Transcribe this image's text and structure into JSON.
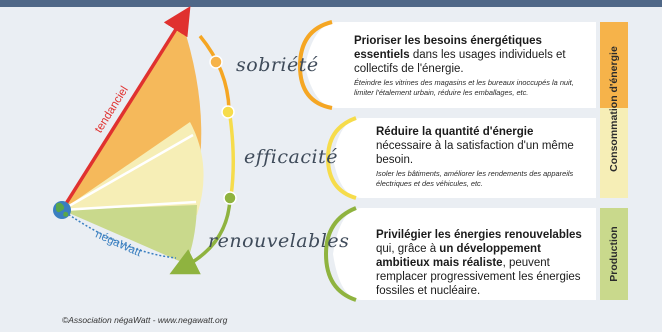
{
  "arrows": {
    "up": "tendanciel",
    "down": "négaWatt"
  },
  "stages": [
    {
      "name": "sobriété"
    },
    {
      "name": "efficacité"
    },
    {
      "name": "renouvelables"
    }
  ],
  "cards": {
    "sobriete": {
      "bold": "Prioriser les besoins énergétiques essentiels",
      "text": " dans les usages individuels et collectifs de l'énergie.",
      "example": "Éteindre les vitrines des magasins et les bureaux inoccupés la nuit, limiter l'étalement urbain, réduire les emballages, etc."
    },
    "efficacite": {
      "bold": "Réduire la quantité d'énergie",
      "text": "nécessaire à la satisfaction d'un même besoin.",
      "example": "Isoler les bâtiments, améliorer les rendements des appareils électriques et des véhicules, etc."
    },
    "renouvelables": {
      "bold1": "Privilégier les énergies renouvelables",
      "text1": " qui, grâce à ",
      "bold2": "un développement ambitieux mais réaliste",
      "text2": ", peuvent remplacer progressivement les énergies fossiles et nucléaire."
    }
  },
  "side": {
    "consommation": "Consommation d'énergie",
    "production": "Production"
  },
  "footer": "©Association négaWatt - www.negawatt.org",
  "colors": {
    "topbar": "#4f6787",
    "background": "#eaeef3",
    "red_arrow": "#e0312f",
    "sobriete_fill": "#f6b34a",
    "efficacite_fill": "#f6eeb6",
    "renouvelables_fill": "#c9d98c",
    "orange_accent": "#f5a623",
    "yellow_accent": "#f6dc4b",
    "green_accent": "#8fb33f",
    "negawatt_blue": "#3a7fc0"
  }
}
